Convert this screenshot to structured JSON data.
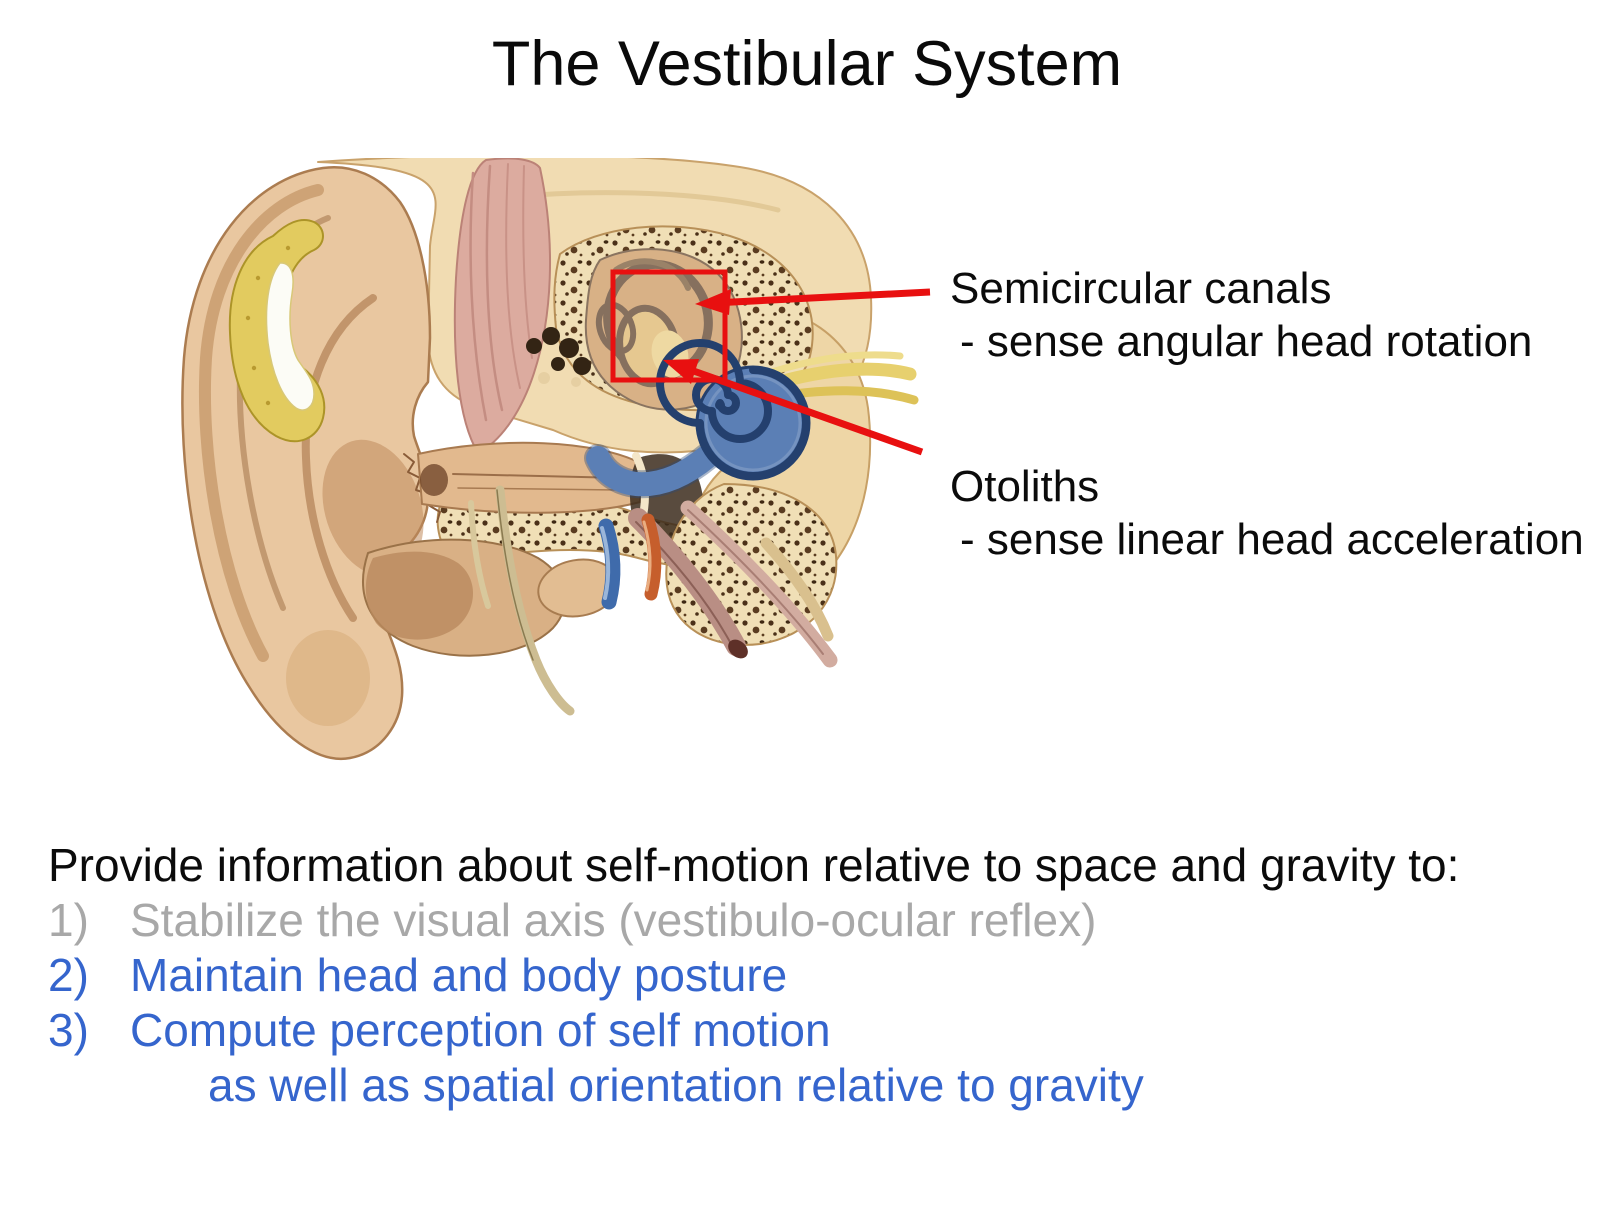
{
  "title": "The Vestibular System",
  "figure": {
    "description": "Anatomical cross-section illustration of the human ear",
    "highlight_box": "semicircular-canal-region"
  },
  "annotations": {
    "semicircular": {
      "label": "Semicircular canals",
      "desc": "- sense angular head rotation"
    },
    "otoliths": {
      "label": "Otoliths",
      "desc": "- sense linear head acceleration"
    }
  },
  "list": {
    "intro": "Provide information about self-motion relative to space and gravity to:",
    "items": [
      {
        "num": "1)",
        "text": "Stabilize the visual axis (vestibulo-ocular reflex)",
        "color": "gray"
      },
      {
        "num": "2)",
        "text": "Maintain head and body posture",
        "color": "blue"
      },
      {
        "num": "3)",
        "text": "Compute perception of self motion",
        "color": "blue"
      },
      {
        "num": "",
        "text": "as well as spatial orientation relative to gravity",
        "color": "blue"
      }
    ]
  },
  "colors": {
    "red": "#e81010",
    "blue": "#3565cd",
    "gray": "#a8a8a8",
    "cochlea_blue": "#5b7fb5",
    "bone_cream": "#f0dfb6",
    "flesh": "#e9c7a0"
  }
}
